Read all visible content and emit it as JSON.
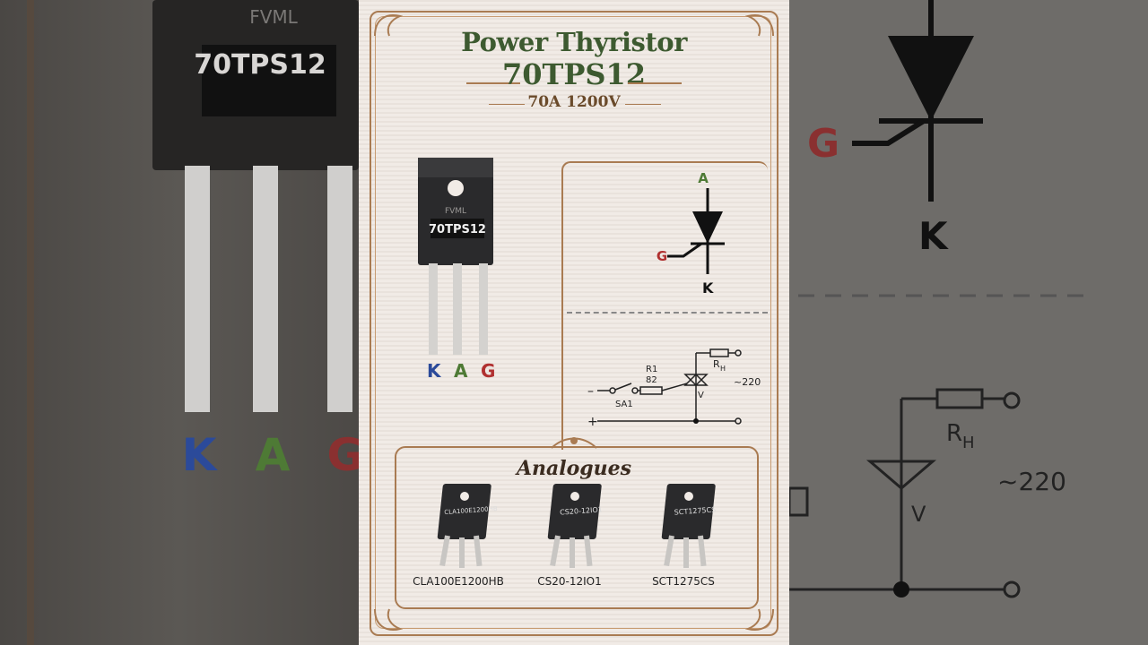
{
  "poster": {
    "title_line1": "Power Thyristor",
    "title_line2": "70TPS12",
    "title_line3": "70A 1200V",
    "device_brand": "FVML",
    "device_marking": "70TPS12",
    "pins": [
      {
        "label": "K",
        "color": "#2b4a9a"
      },
      {
        "label": "A",
        "color": "#4e7a35"
      },
      {
        "label": "G",
        "color": "#b03030"
      }
    ],
    "symbol": {
      "anode": "A",
      "gate": "G",
      "cathode": "K"
    },
    "schematic": {
      "minus": "–",
      "plus": "+",
      "switch": "SA1",
      "resistor": "R1",
      "resistor_value": "82",
      "load_main": "R",
      "load_sub": "H",
      "device": "V",
      "supply": "~220"
    },
    "analogues_title": "Analogues",
    "analogues": [
      {
        "name": "CLA100E1200HB"
      },
      {
        "name": "CS20-12IO1"
      },
      {
        "name": "SCT1275CS"
      }
    ]
  },
  "background": {
    "left_brand": "FVML",
    "left_marking": "70TPS12",
    "left_pins": [
      "K",
      "A",
      "G"
    ],
    "right_gate": "G",
    "right_cathode": "K",
    "right_load_main": "R",
    "right_load_sub": "H",
    "right_supply": "~220",
    "right_device": "V"
  },
  "colors": {
    "frame": "#a97b52",
    "title": "#3d5a30",
    "anode": "#4e7a35",
    "gate": "#b03030",
    "cathode": "#2b4a9a"
  }
}
